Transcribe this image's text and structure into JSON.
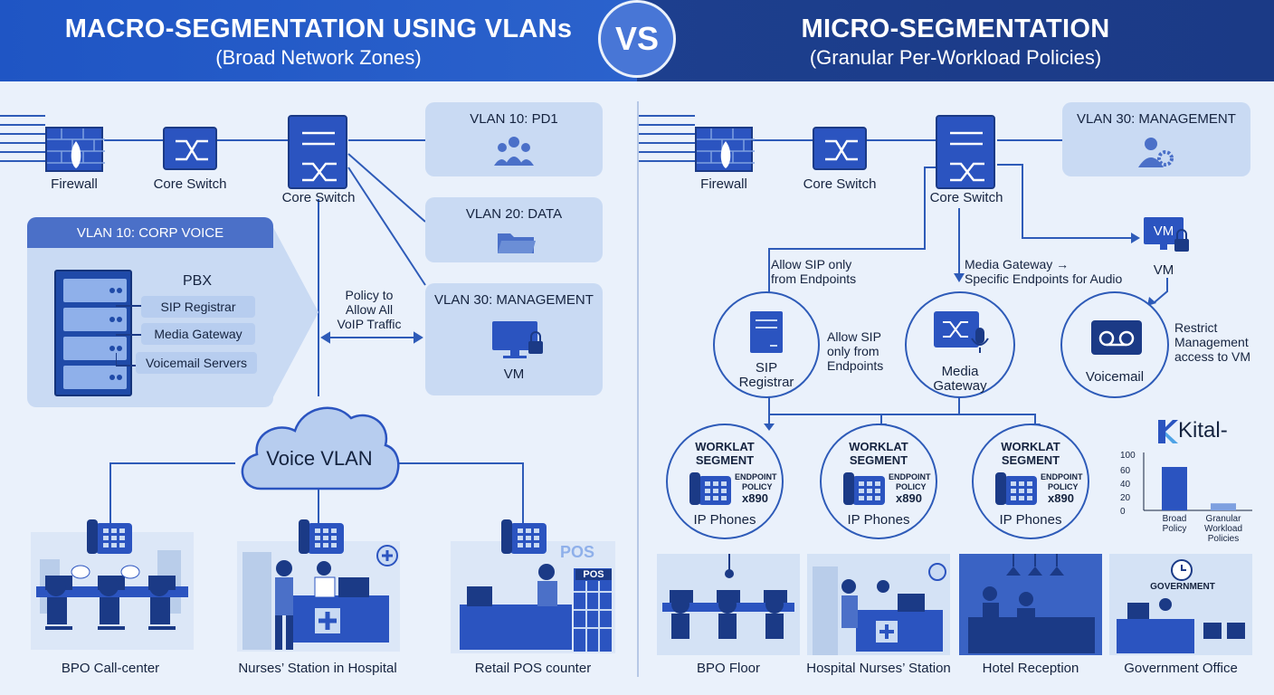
{
  "left_header": {
    "title": "MACRO-SEGMENTATION USING VLANs",
    "subtitle": "(Broad Network Zones)"
  },
  "right_header": {
    "title": "MICRO-SEGMENTATION",
    "subtitle": "(Granular Per-Workload Policies)"
  },
  "vs_label": "VS",
  "left": {
    "firewall": "Firewall",
    "core_switch_1": "Core Switch",
    "core_switch_2": "Core Switch",
    "vlan_pd1": "VLAN 10: PD1",
    "vlan_data": "VLAN 20: DATA",
    "vlan_mgmt": "VLAN 30: MANAGEMENT",
    "vlan_mgmt_vm": "VM",
    "corp_voice": "VLAN 10: CORP VOICE",
    "pbx": "PBX",
    "pbx_items": [
      "SIP Registrar",
      "Media Gateway",
      "Voicemail Servers"
    ],
    "policy_text": [
      "Policy to",
      "Allow All",
      "VoIP Traffic"
    ],
    "voice_vlan": "Voice VLAN",
    "scenes": [
      "BPO Call-center",
      "Nurses’ Station in Hospital",
      "Retail POS counter"
    ],
    "pos_sign": "POS",
    "pos_small": "POS"
  },
  "right": {
    "firewall": "Firewall",
    "core_switch_1": "Core Switch",
    "core_switch_2": "Core Switch",
    "vlan_mgmt": "VLAN 30: MANAGEMENT",
    "vm": "VM",
    "vm_label": "VM",
    "allow_sip_top": [
      "Allow SIP only",
      "from Endpoints"
    ],
    "media_gw_text": [
      "Media Gateway →",
      "Specific Endpoints for Audio"
    ],
    "sip_registrar": [
      "SIP",
      "Registrar"
    ],
    "allow_sip_side": [
      "Allow SIP",
      "only from",
      "Endpoints"
    ],
    "media_gateway": [
      "Media",
      "Gateway"
    ],
    "voicemail": "Voicemail",
    "restrict_text": [
      "Restrict",
      "Management",
      "access to VM"
    ],
    "workload": {
      "title": [
        "WORKLAT",
        "SEGMENT"
      ],
      "policy": [
        "ENDPOINT",
        "POLICY"
      ],
      "count": "x890",
      "label": "IP Phones"
    },
    "brand": "Kital-",
    "scenes": [
      "BPO Floor",
      "Hospital Nurses’ Station",
      "Hotel Reception",
      "Government Office"
    ],
    "gov_sign": "GOVERNMENT"
  },
  "chart_data": {
    "type": "bar",
    "categories": [
      "Broad Policy",
      "Granular Workload Policies"
    ],
    "values": [
      80,
      13
    ],
    "yticks": [
      100,
      60,
      40,
      20,
      0
    ],
    "ylim": [
      0,
      100
    ]
  },
  "colors": {
    "primary": "#2b54c0",
    "dark": "#1b3a86",
    "panel": "#c9daf3",
    "bg": "#eaf1fb"
  }
}
